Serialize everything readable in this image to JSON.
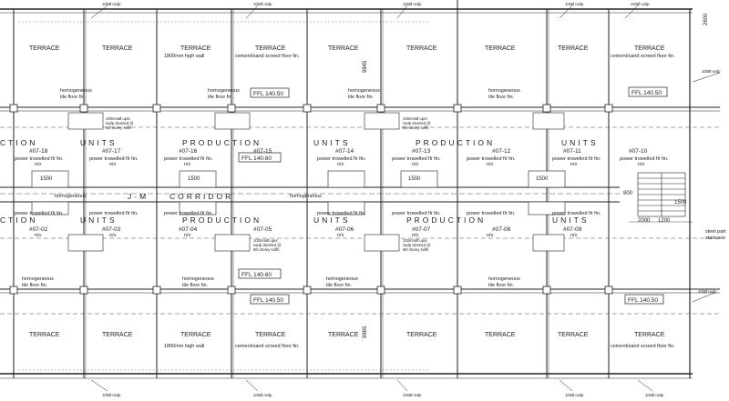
{
  "drawing": {
    "terrace_label": "TERRACE",
    "terrace_cement_finish": "cement/sand screed floor fin.",
    "high_wall_label": "1800mm high wall",
    "homogeneous_label": [
      "homogeneous",
      "tile floor fin."
    ],
    "power_trowelled_label": "power trowelled flr fin.",
    "nv_label": "n/v",
    "rwdp_label": "100Ø rwdp",
    "scupper_label": [
      "100mmØ upvc",
      "rwdp diverted @",
      "6th storey soffit"
    ],
    "ffl_upper": "FFL 140.50",
    "ffl_unit": "FFL 140.60",
    "ffl_lower": "FFL 140.50",
    "corridor_word": "CORRIDOR",
    "corridor_code": "J-M",
    "production_word": "PRODUCTION",
    "units_word": "UNITS",
    "ction_fragment": "CTION",
    "dim_top_right": "2600",
    "dim_9845": "9845",
    "dim_9865": "9865",
    "dim_2000": "2000",
    "dim_1500": "1500",
    "dim_800": "800",
    "dim_1200": "1200",
    "stair_note": [
      "steel part",
      "staircase"
    ],
    "upper_units": [
      "#07-18",
      "#07-17",
      "#07-16",
      "#07-15",
      "#07-14",
      "#07-13",
      "#07-12",
      "#07-11",
      "#07-10"
    ],
    "lower_units": [
      "#07-02",
      "#07-03",
      "#07-04",
      "#07-05",
      "#07-06",
      "#07-07",
      "#07-08",
      "#07-09"
    ]
  }
}
